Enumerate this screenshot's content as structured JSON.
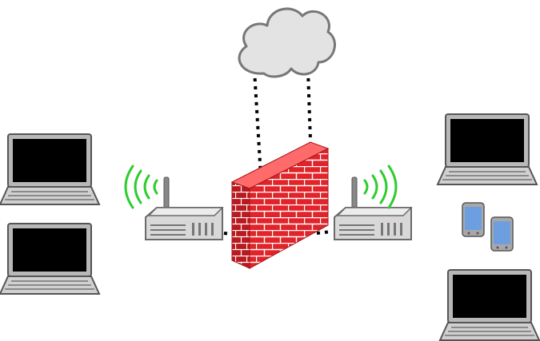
{
  "diagram": {
    "nodes": [
      {
        "id": "internet",
        "icon": "cloud-icon"
      },
      {
        "id": "firewall",
        "icon": "brick-firewall-icon"
      },
      {
        "id": "router_left",
        "icon": "wireless-router-icon"
      },
      {
        "id": "router_right",
        "icon": "wireless-router-icon"
      },
      {
        "id": "laptop_left_top",
        "icon": "laptop-icon"
      },
      {
        "id": "laptop_left_bottom",
        "icon": "laptop-icon"
      },
      {
        "id": "laptop_right_top",
        "icon": "laptop-icon"
      },
      {
        "id": "laptop_right_bottom",
        "icon": "laptop-icon"
      },
      {
        "id": "phone_1",
        "icon": "smartphone-icon"
      },
      {
        "id": "phone_2",
        "icon": "smartphone-icon"
      }
    ],
    "links": [
      {
        "from": "internet",
        "to": "firewall",
        "style": "dotted"
      },
      {
        "from": "internet",
        "to": "firewall",
        "style": "dotted"
      },
      {
        "from": "router_left",
        "to": "firewall",
        "style": "dotted"
      },
      {
        "from": "firewall",
        "to": "router_right",
        "style": "dotted"
      },
      {
        "from": "router_left",
        "to": "wireless",
        "style": "radio-waves"
      },
      {
        "from": "router_right",
        "to": "wireless",
        "style": "radio-waves"
      }
    ],
    "colors": {
      "cloud_fill": "#e3e3e3",
      "cloud_stroke": "#777777",
      "brick": "#e0242a",
      "brick_dark": "#a9161b",
      "mortar": "#ffffff",
      "device_body": "#d8d8d8",
      "device_stroke": "#6a6a6a",
      "screen": "#000000",
      "wifi_waves": "#2ecc2e",
      "phone_screen": "#6d9fe0"
    }
  }
}
